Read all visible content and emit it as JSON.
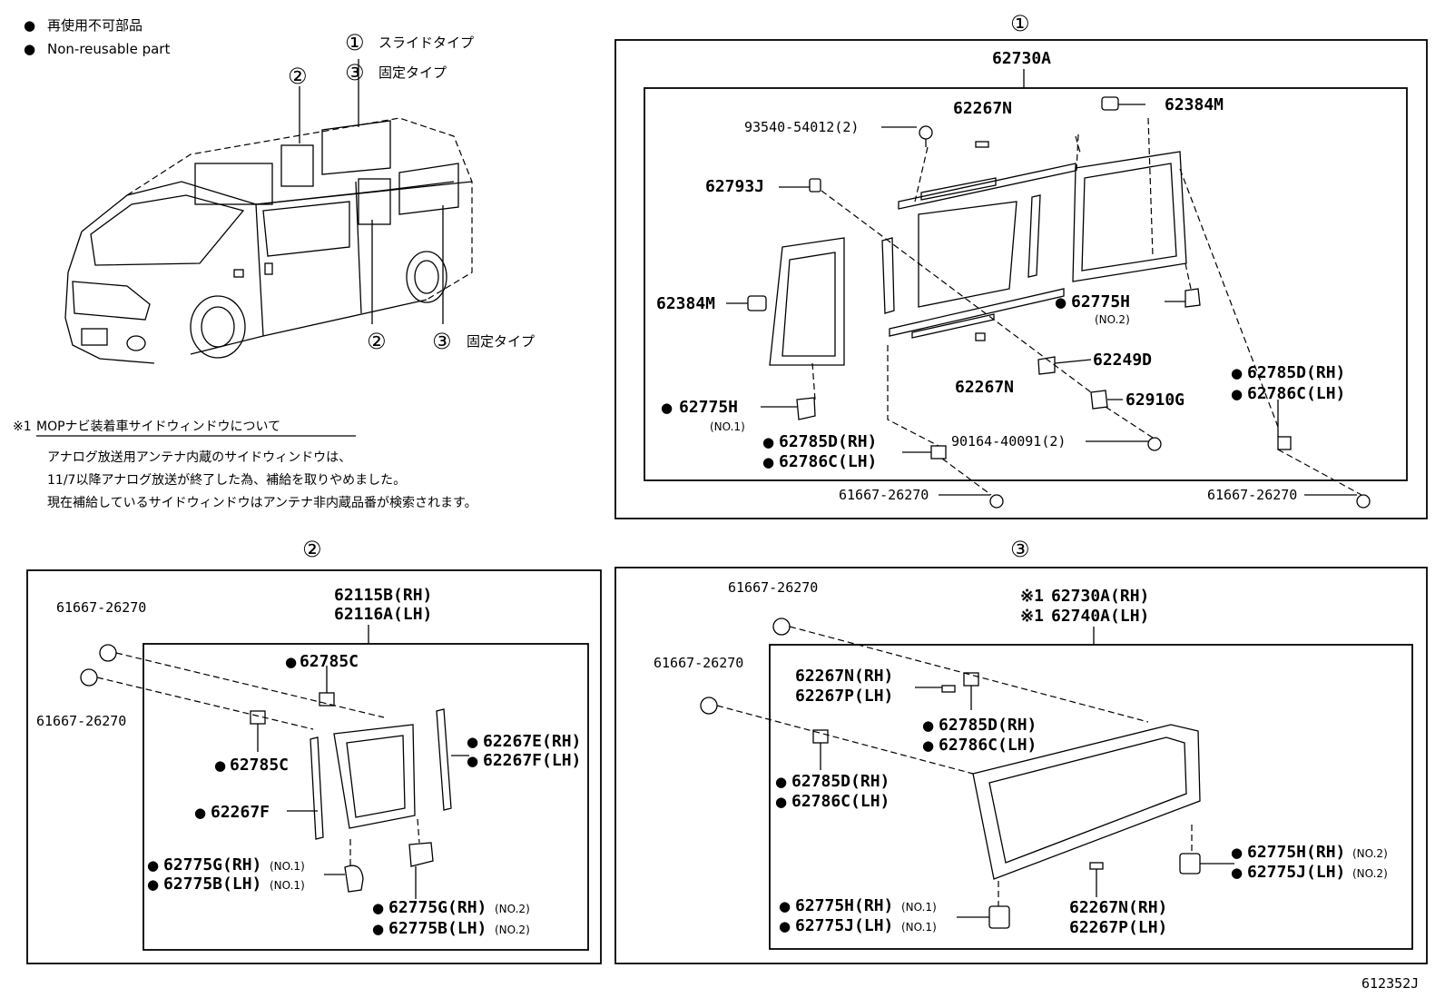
{
  "legend": {
    "bullet": "●",
    "jp": "再使用不可部品",
    "en": "Non-reusable part"
  },
  "types": {
    "c1": "①",
    "c2": "②",
    "c3": "③",
    "slide": "スライドタイプ",
    "fixed": "固定タイプ"
  },
  "note": {
    "mark": "※1",
    "title": "MOPナビ装着車サイドウィンドウについて",
    "lines": [
      "アナログ放送用アンテナ内蔵のサイドウィンドウは、",
      "11/7以降アナログ放送が終了した為、補給を取りやめました。",
      "現在補給しているサイドウィンドウはアンテナ非内蔵品番が検索されます。"
    ]
  },
  "panel1": {
    "label": "①",
    "assembly": "62730A",
    "p_93540": "93540-54012(2)",
    "p_62267N_top": "62267N",
    "p_62384M_top": "62384M",
    "p_62793J": "62793J",
    "p_62384M_left": "62384M",
    "p_62775H_right": "62775H",
    "p_no2": "(NO.2)",
    "p_62249D": "62249D",
    "p_62267N_bottom": "62267N",
    "p_62910G": "62910G",
    "p_62775H_left": "62775H",
    "p_no1": "(NO.1)",
    "p_62785D_mid": "62785D(RH)",
    "p_62786C_mid": "62786C(LH)",
    "p_90164": "90164-40091(2)",
    "p_62785D_right": "62785D(RH)",
    "p_62786C_right": "62786C(LH)",
    "p_61667_a": "61667-26270",
    "p_61667_b": "61667-26270"
  },
  "panel2": {
    "label": "②",
    "asm_rh": "62115B(RH)",
    "asm_lh": "62116A(LH)",
    "p_61667_a": "61667-26270",
    "p_61667_b": "61667-26270",
    "p_62785C_a": "62785C",
    "p_62785C_b": "62785C",
    "p_62267E": "62267E(RH)",
    "p_62267F_r": "62267F(LH)",
    "p_62267F_l": "62267F",
    "p_62775G_1": "62775G(RH)",
    "p_62775B_1": "62775B(LH)",
    "no1": "(NO.1)",
    "p_62775G_2": "62775G(RH)",
    "p_62775B_2": "62775B(LH)",
    "no2": "(NO.2)"
  },
  "panel3": {
    "label": "③",
    "asm_mark": "※1",
    "asm_rh": "62730A(RH)",
    "asm_lh": "62740A(LH)",
    "p_61667_a": "61667-26270",
    "p_61667_b": "61667-26270",
    "p_62267N_rh": "62267N(RH)",
    "p_62267P_lh": "62267P(LH)",
    "p_62785D_a": "62785D(RH)",
    "p_62786C_a": "62786C(LH)",
    "p_62785D_b": "62785D(RH)",
    "p_62786C_b": "62786C(LH)",
    "p_62775H_r": "62775H(RH)",
    "p_62775J_r": "62775J(LH)",
    "no2": "(NO.2)",
    "p_62775H_l": "62775H(RH)",
    "p_62775J_l": "62775J(LH)",
    "no1": "(NO.1)",
    "p_62267N_b": "62267N(RH)",
    "p_62267P_b": "62267P(LH)"
  },
  "figure_id": "612352J"
}
